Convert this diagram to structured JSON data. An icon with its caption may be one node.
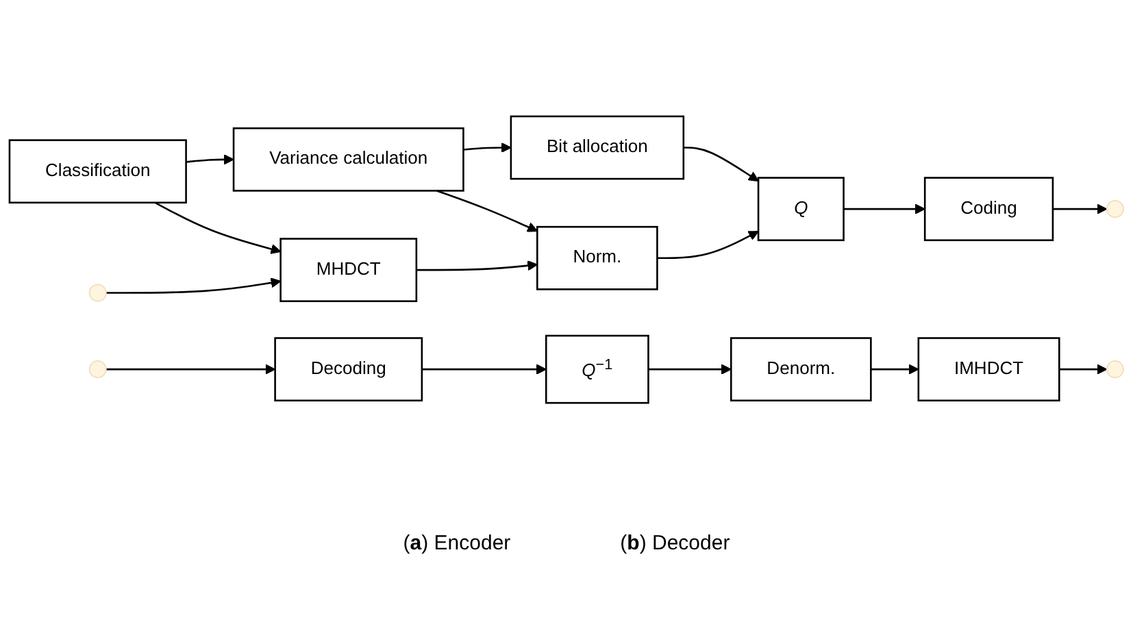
{
  "diagram": {
    "nodes": [
      {
        "text": [
          "Classification"
        ]
      },
      {
        "text": [
          "Variance calculation"
        ]
      },
      {
        "text": [
          "Bit allocation"
        ]
      },
      {
        "text": [
          "MHDCT"
        ]
      },
      {
        "text": [
          "Norm."
        ]
      },
      {
        "text": [
          "*Q*"
        ]
      },
      {
        "text": [
          "Coding"
        ]
      },
      {
        "text": [
          "Decoding"
        ]
      },
      {
        "text": [
          "*Q*$^{−1}$"
        ]
      },
      {
        "text": [
          "Denorm."
        ]
      },
      {
        "text": [
          "IMHDCT"
        ]
      }
    ],
    "edges": [
      {
        "from": 0,
        "to": 1,
        "arrow": "to"
      },
      {
        "from": 1,
        "to": 2,
        "arrow": "to"
      },
      {
        "from": 0,
        "to": 3,
        "arrow": "to"
      },
      {
        "from": 1,
        "to": 4,
        "arrow": "to"
      },
      {
        "from": 2,
        "to": 5,
        "arrow": "to"
      },
      {
        "from": null,
        "to": 3,
        "arrow": "to"
      },
      {
        "from": 3,
        "to": 4,
        "arrow": "to"
      },
      {
        "from": 4,
        "to": 5,
        "arrow": "to"
      },
      {
        "from": 5,
        "to": 6,
        "arrow": "to"
      },
      {
        "from": 6,
        "to": null,
        "arrow": "to"
      },
      {
        "from": null,
        "to": 7,
        "arrow": "to"
      },
      {
        "from": 7,
        "to": 8,
        "arrow": "to"
      },
      {
        "from": 8,
        "to": 9,
        "arrow": "to"
      },
      {
        "from": 9,
        "to": 10,
        "arrow": "to"
      },
      {
        "from": 10,
        "to": null,
        "arrow": "to"
      }
    ],
    "labels": [
      "(**a**) Encoder",
      "(**b**) Decoder"
    ]
  }
}
